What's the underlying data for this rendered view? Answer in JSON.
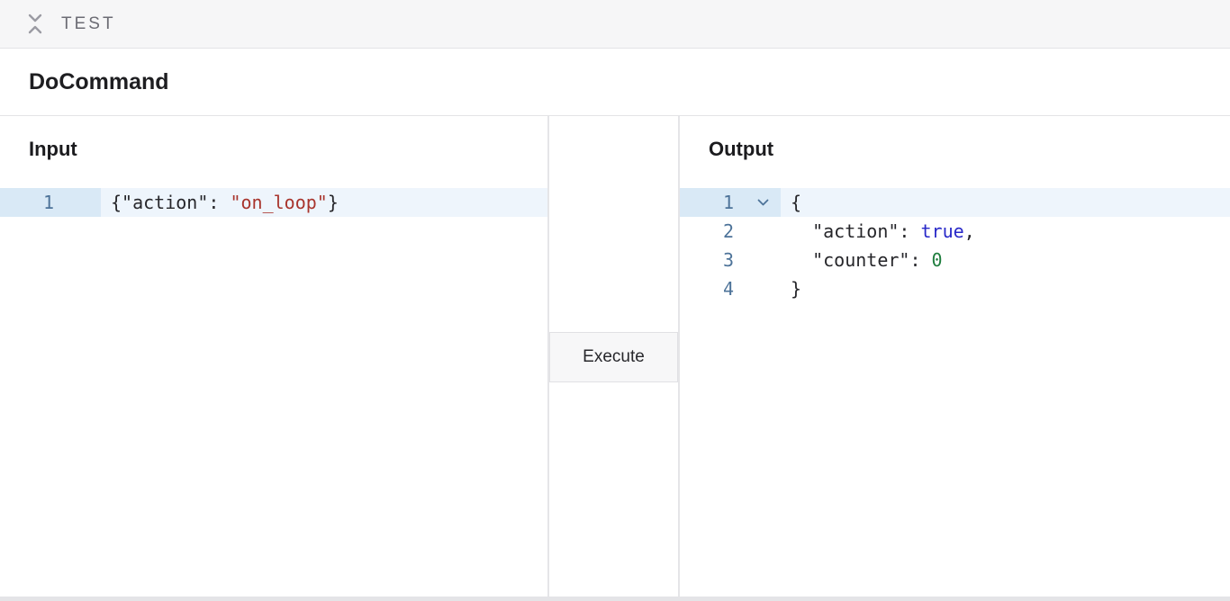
{
  "topbar": {
    "label": "TEST",
    "collapse_icon": "collapse-vertical-icon"
  },
  "header": {
    "title": "DoCommand"
  },
  "input_panel": {
    "title": "Input",
    "editor": {
      "lines": [
        {
          "number": "1",
          "active": true,
          "foldable": false,
          "tokens": [
            {
              "text": "{\"action\": ",
              "type": "plain"
            },
            {
              "text": "\"on_loop\"",
              "type": "string"
            },
            {
              "text": "}",
              "type": "plain"
            }
          ]
        }
      ]
    }
  },
  "execute": {
    "label": "Execute"
  },
  "output_panel": {
    "title": "Output",
    "editor": {
      "lines": [
        {
          "number": "1",
          "active": true,
          "foldable": true,
          "tokens": [
            {
              "text": "{",
              "type": "plain"
            }
          ]
        },
        {
          "number": "2",
          "active": false,
          "foldable": false,
          "tokens": [
            {
              "text": "  \"action\": ",
              "type": "plain"
            },
            {
              "text": "true",
              "type": "atom"
            },
            {
              "text": ",",
              "type": "plain"
            }
          ]
        },
        {
          "number": "3",
          "active": false,
          "foldable": false,
          "tokens": [
            {
              "text": "  \"counter\": ",
              "type": "plain"
            },
            {
              "text": "0",
              "type": "number"
            }
          ]
        },
        {
          "number": "4",
          "active": false,
          "foldable": false,
          "tokens": [
            {
              "text": "}",
              "type": "plain"
            }
          ]
        }
      ]
    }
  },
  "colors": {
    "topbar_bg": "#f6f6f7",
    "divider": "#e5e5e8",
    "line_number": "#4d7399",
    "active_gutter_bg": "#d9e9f6",
    "active_line_bg": "#eef5fc",
    "string_token": "#a8342c",
    "boolean_token": "#2828c8",
    "number_token": "#1f7e3e",
    "button_bg": "#f7f7f8"
  }
}
